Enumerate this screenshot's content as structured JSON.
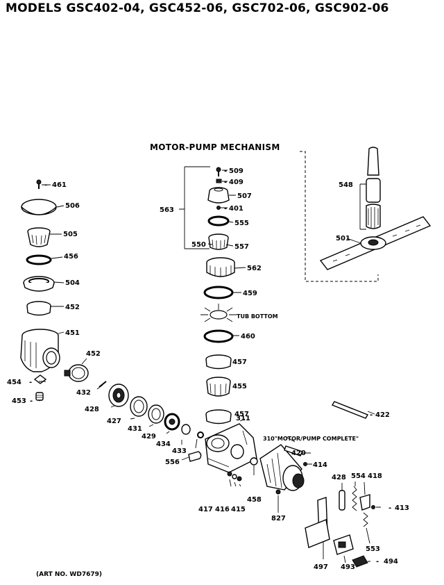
{
  "header": {
    "title": "MODELS GSC402-04, GSC452-06, GSC702-06, GSC902-06",
    "section_title": "MOTOR-PUMP MECHANISM"
  },
  "footer": {
    "art_no": "(ART NO. WD7679)"
  },
  "annotations": {
    "tub_bottom": "TUB BOTTOM",
    "motor_pump_complete": "310\"MOTOR/PUMP COMPLETE\""
  },
  "callouts": [
    "461",
    "506",
    "505",
    "456",
    "504",
    "452",
    "451",
    "454",
    "453",
    "509",
    "409",
    "507",
    "563",
    "401",
    "555",
    "550",
    "557",
    "562",
    "459",
    "460",
    "457",
    "455",
    "457",
    "548",
    "501",
    "452",
    "432",
    "428",
    "427",
    "431",
    "429",
    "434",
    "433",
    "311",
    "556",
    "420",
    "414",
    "422",
    "417",
    "416",
    "415",
    "458",
    "827",
    "428",
    "554",
    "418",
    "413",
    "553",
    "497",
    "493",
    "494"
  ]
}
